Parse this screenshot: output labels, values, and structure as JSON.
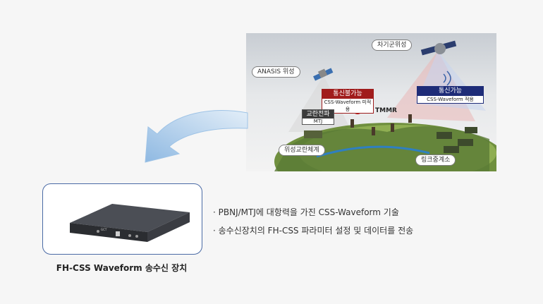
{
  "illustration": {
    "satellite_label": "ANASIS 위성",
    "next_satellite_label": "차기군위성",
    "unavailable_box": {
      "title": "통신불가능",
      "subtitle": "CSS-Waveform 미적용"
    },
    "available_box": {
      "title": "통신가능",
      "subtitle": "CSS-Waveform 적용"
    },
    "jammer_box": {
      "title": "교란전파",
      "subtitle": "MTJ"
    },
    "tmmr_label": "TMMR",
    "jamming_system_label": "위성교란체계",
    "link_relay_label": "링크중계소"
  },
  "device": {
    "caption": "FH-CSS Waveform 송수신 장치",
    "front_panel_label": "GCT"
  },
  "bullets": [
    "· PBNJ/MTJ에 대항력을 가진 CSS-Waveform 기술",
    "· 송수신장치의 FH-CSS 파라미터 설정 및 데이터를 전송"
  ],
  "colors": {
    "unavailable": "#a11c1c",
    "available": "#1e2c78",
    "arrow": "#9ec3e6",
    "device_border": "#4a6aa5"
  }
}
